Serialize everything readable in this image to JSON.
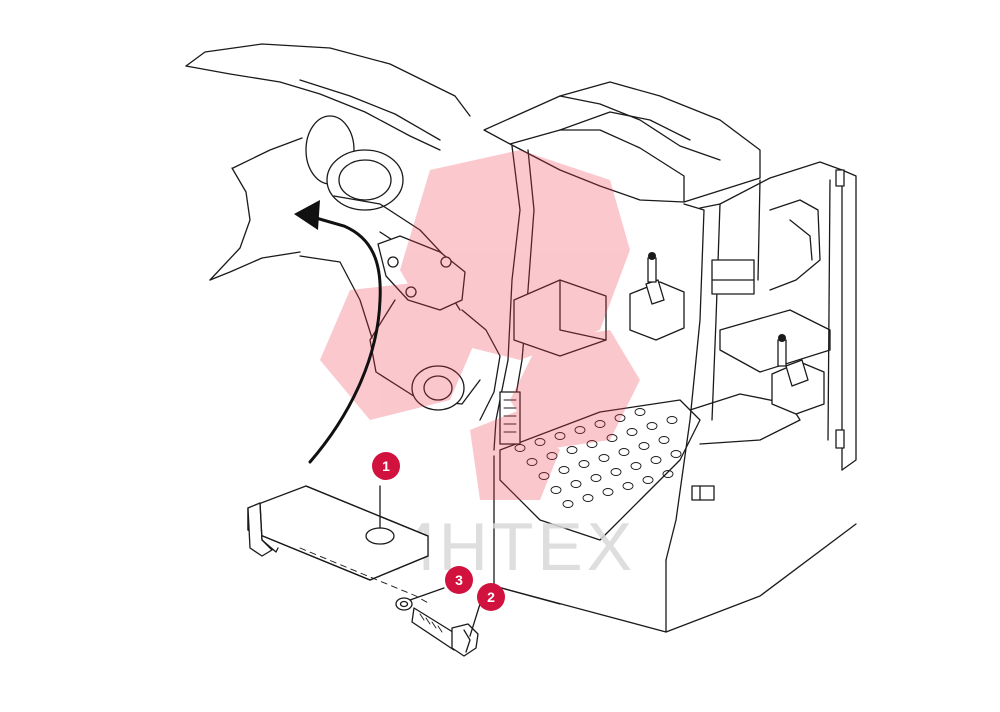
{
  "callouts": [
    {
      "id": "1",
      "label": "1",
      "target": "bracket"
    },
    {
      "id": "2",
      "label": "2",
      "target": "bolt"
    },
    {
      "id": "3",
      "label": "3",
      "target": "washer"
    }
  ],
  "watermark": {
    "text": "ИНТЕХ",
    "logo": "ИНТЕХ logo"
  },
  "colors": {
    "callout": "#d1123f",
    "watermark": "#ee3b4a",
    "line": "#1a1a1a",
    "arrow": "#111111"
  },
  "icons": {
    "arrow": "curved-arrow-icon",
    "joystick": "joystick-icon"
  }
}
